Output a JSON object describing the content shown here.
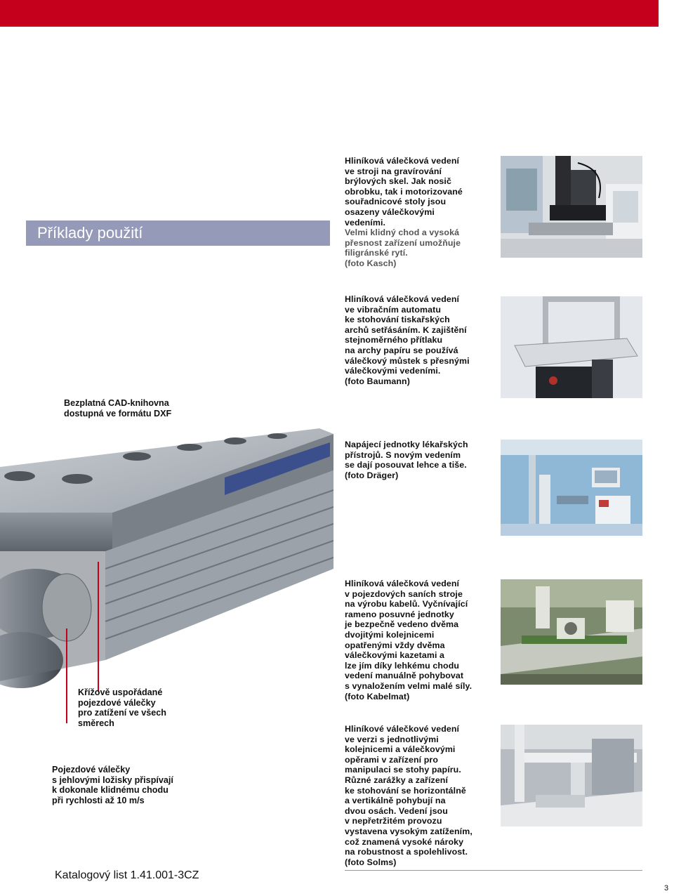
{
  "colors": {
    "top_bar": "#c4001d",
    "banner_bg": "#949ab8",
    "banner_text": "#ffffff"
  },
  "section_title": "Příklady použití",
  "captions": {
    "kasch": {
      "lines_dark": [
        "Hliníková válečková vedení",
        "ve stroji na gravírování",
        "brýlových skel. Jak nosič",
        "obrobku, tak i motorizované",
        "souřadnicové stoly jsou",
        "osazeny válečkovými",
        "vedeními."
      ],
      "lines_grey": [
        "Velmi klidný chod a vysoká",
        "přesnost zařízení umožňuje",
        "filigránské rytí.",
        "(foto Kasch)"
      ]
    },
    "baumann": {
      "lines": [
        "Hliníková válečková vedení",
        "ve vibračním automatu",
        "ke stohování tiskařských",
        "archů setřásáním. K zajištění",
        "stejnoměrného přítlaku",
        "na archy papíru se používá",
        "válečkový můstek s přesnými",
        "válečkovými vedeními.",
        "(foto Baumann)"
      ]
    },
    "draeger": {
      "lines": [
        "Napájecí jednotky lékařských",
        "přístrojů. S novým vedením",
        "se dají posouvat lehce a tiše.",
        "(foto Dräger)"
      ]
    },
    "kabelmat": {
      "lines": [
        "Hliníková válečková vedení",
        "v pojezdových saních stroje",
        "na výrobu kabelů. Vyčnívající",
        "rameno posuvné jednotky",
        "je bezpečně vedeno dvěma",
        "dvojitými kolejnicemi",
        "opatřenými vždy dvěma",
        "válečkovými kazetami a",
        "lze jím díky lehkému chodu",
        "vedení manuálně pohybovat",
        "s vynaložením velmi malé síly.",
        "(foto Kabelmat)"
      ]
    },
    "solms": {
      "lines": [
        "Hliníkové válečkové vedení",
        "ve verzi s jednotlivými",
        "kolejnicemi a válečkovými",
        "opěrami v zařízení pro",
        "manipulaci se stohy papíru.",
        "Různé zarážky a zařízení",
        "ke stohování se horizontálně",
        "a vertikálně pohybují na",
        "dvou osách. Vedení jsou",
        "v nepřetržitém provozu",
        "vystavena vysokým zatížením,",
        "což znamená vysoké nároky",
        "na robustnost a spolehlivost.",
        "(foto Solms)"
      ]
    }
  },
  "callouts": {
    "cad": [
      "Bezplatná CAD-knihovna",
      "dostupná ve formátu DXF"
    ],
    "cross_rollers": [
      "Křížově uspořádané",
      "pojezdové válečky",
      "pro zatížení ve všech",
      "směrech"
    ],
    "needle_rollers": [
      "Pojezdové válečky",
      "s jehlovými ložisky přispívají",
      "k dokonale klidnému chodu",
      "při rychlosti až 10 m/s"
    ]
  },
  "catalog_number": "Katalogový list 1.41.001-3CZ",
  "page_number": "3"
}
